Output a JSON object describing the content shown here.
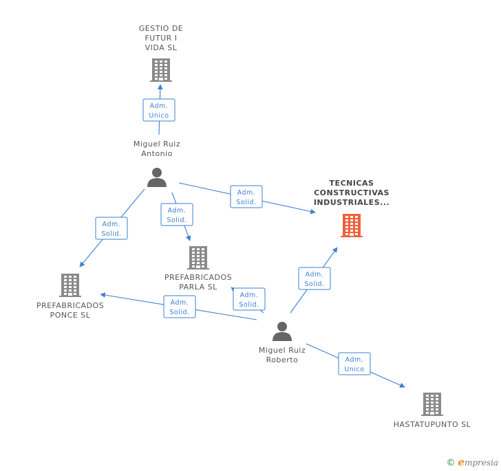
{
  "colors": {
    "edge": "#3a7fd5",
    "company": "#8a8a8a",
    "focus_company": "#f0603a",
    "person": "#666666",
    "label": "#555555"
  },
  "nodes": [
    {
      "id": "gestio",
      "type": "company",
      "label": [
        "GESTIO DE",
        "FUTUR I",
        "VIDA SL"
      ]
    },
    {
      "id": "miguel-antonio",
      "type": "person",
      "label": [
        "Miguel Ruiz",
        "Antonio"
      ]
    },
    {
      "id": "tecnicas",
      "type": "company",
      "focus": true,
      "label": [
        "TECNICAS",
        "CONSTRUCTIVAS",
        "INDUSTRIALES..."
      ]
    },
    {
      "id": "parla",
      "type": "company",
      "label": [
        "PREFABRICADOS",
        "PARLA SL"
      ]
    },
    {
      "id": "ponce",
      "type": "company",
      "label": [
        "PREFABRICADOS",
        "PONCE SL"
      ]
    },
    {
      "id": "miguel-roberto",
      "type": "person",
      "label": [
        "Miguel Ruiz",
        "Roberto"
      ]
    },
    {
      "id": "hastatupunto",
      "type": "company",
      "label": [
        "HASTATUPUNTO SL"
      ]
    }
  ],
  "edges": [
    {
      "from": "miguel-antonio",
      "to": "gestio",
      "label": [
        "Adm.",
        "Unico"
      ]
    },
    {
      "from": "miguel-antonio",
      "to": "tecnicas",
      "label": [
        "Adm.",
        "Solid."
      ]
    },
    {
      "from": "miguel-antonio",
      "to": "parla",
      "label": [
        "Adm.",
        "Solid."
      ]
    },
    {
      "from": "miguel-antonio",
      "to": "ponce",
      "label": [
        "Adm.",
        "Solid."
      ]
    },
    {
      "from": "miguel-roberto",
      "to": "tecnicas",
      "label": [
        "Adm.",
        "Solid."
      ]
    },
    {
      "from": "miguel-roberto",
      "to": "parla",
      "label": [
        "Adm.",
        "Solid."
      ]
    },
    {
      "from": "miguel-roberto",
      "to": "ponce",
      "label": [
        "Adm.",
        "Solid."
      ]
    },
    {
      "from": "miguel-roberto",
      "to": "hastatupunto",
      "label": [
        "Adm.",
        "Unico"
      ]
    }
  ],
  "credit": {
    "symbol": "©",
    "brand_initial": "e",
    "brand_rest": "mpresia"
  }
}
